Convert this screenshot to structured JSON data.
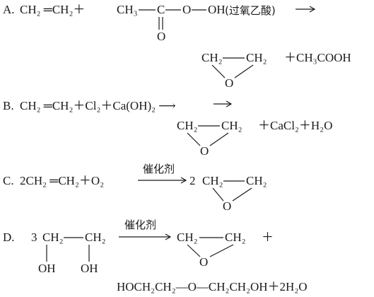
{
  "options": {
    "A": {
      "label": "A.",
      "eq_line": "CH₂ ═CH₂＋ CH₃—C—O—OH(过氧乙酸) ⟶",
      "reactant1": "CH₂ ═CH₂＋",
      "ch3": "CH₃",
      "c": "C",
      "o1": "O",
      "oh": "OH",
      "peracid_name": "(过氧乙酸)",
      "carbonyl_o": "O",
      "arrow": "⟶",
      "epoxide_left": "CH₂",
      "epoxide_right": "CH₂",
      "epoxide_o": "O",
      "plus_product": "＋CH₃COOH"
    },
    "B": {
      "label": "B.",
      "eq_line": "CH₂ ═CH₂＋Cl₂＋Ca(OH)₂ ⟶",
      "epoxide_left": "CH₂",
      "epoxide_right": "CH₂",
      "epoxide_o": "O",
      "plus_products": "＋CaCl₂＋H₂O"
    },
    "C": {
      "label": "C.",
      "eq_line": "2CH₂ ═CH₂＋O₂",
      "catalyst": "催化剂",
      "coef": "2",
      "epoxide_left": "CH₂",
      "epoxide_right": "CH₂",
      "epoxide_o": "O"
    },
    "D": {
      "label": "D.",
      "coef": "3",
      "ch2_left": "CH₂",
      "ch2_right": "CH₂",
      "oh_left": "OH",
      "oh_right": "OH",
      "catalyst": "催化剂",
      "epoxide_left": "CH₂",
      "epoxide_right": "CH₂",
      "epoxide_o": "O",
      "plus": "＋",
      "byproduct": "HOCH₂CH₂—O—CH₂CH₂OH＋2H₂O"
    }
  }
}
